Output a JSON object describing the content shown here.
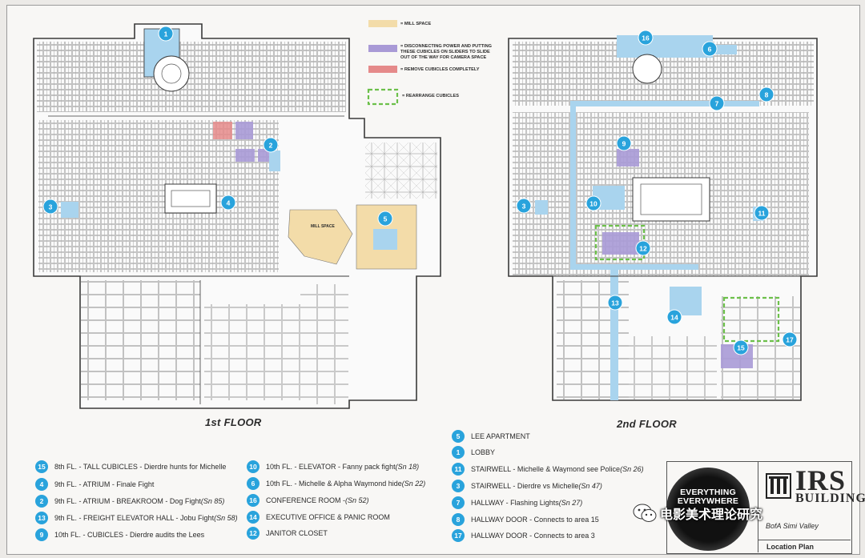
{
  "floors": {
    "first": {
      "label": "1st FLOOR"
    },
    "second": {
      "label": "2nd FLOOR"
    }
  },
  "legend_top": [
    {
      "id": "mill",
      "label": "= MILL SPACE",
      "color": "#f3dca9",
      "style": "fill"
    },
    {
      "id": "sliders",
      "label": "= DISCONNECTING POWER AND PUTTING THESE CUBICLES ON SLIDERS TO SLIDE OUT OF THE WAY FOR CAMERA SPACE",
      "color": "#a99ad6",
      "style": "fill"
    },
    {
      "id": "remove",
      "label": "= REMOVE CUBICLES COMPLETELY",
      "color": "#e58a8a",
      "style": "fill"
    },
    {
      "id": "rearrange",
      "label": "= REARRANGE CUBICLES",
      "color": "#6cc04a",
      "style": "dashed"
    }
  ],
  "plan_labels": {
    "mill_space": "MILL SPACE"
  },
  "map_badges": {
    "first_floor": [
      "1",
      "2",
      "3",
      "4",
      "5"
    ],
    "second_floor": [
      "16",
      "6",
      "7",
      "8",
      "9",
      "10",
      "3",
      "11",
      "12",
      "13",
      "14",
      "15",
      "17"
    ]
  },
  "key": {
    "col1": [
      {
        "num": "15",
        "text": "8th FL. - TALL CUBICLES - Dierdre hunts for Michelle",
        "scene": ""
      },
      {
        "num": "4",
        "text": "9th FL. - ATRIUM - Finale Fight",
        "scene": ""
      },
      {
        "num": "2",
        "text": "9th FL. - ATRIUM - BREAKROOM - Dog Fight ",
        "scene": "(Sn 85)"
      },
      {
        "num": "13",
        "text": "9th FL. - FREIGHT ELEVATOR HALL - Jobu Fight ",
        "scene": "(Sn 58)"
      },
      {
        "num": "9",
        "text": "10th FL. - CUBICLES - Dierdre audits the Lees",
        "scene": ""
      }
    ],
    "col2": [
      {
        "num": "10",
        "text": "10th FL. - ELEVATOR - Fanny pack fight ",
        "scene": "(Sn 18)"
      },
      {
        "num": "6",
        "text": "10th FL. - Michelle & Alpha Waymond hide ",
        "scene": "(Sn 22)"
      },
      {
        "num": "16",
        "text": "CONFERENCE ROOM - ",
        "scene": "(Sn 52)"
      },
      {
        "num": "14",
        "text": "EXECUTIVE OFFICE & PANIC ROOM",
        "scene": ""
      },
      {
        "num": "12",
        "text": "JANITOR CLOSET",
        "scene": ""
      }
    ],
    "col3": [
      {
        "num": "5",
        "text": "LEE APARTMENT",
        "scene": ""
      },
      {
        "num": "1",
        "text": "LOBBY",
        "scene": ""
      },
      {
        "num": "11",
        "text": "STAIRWELL - Michelle & Waymond see Police ",
        "scene": "(Sn 26)"
      },
      {
        "num": "3",
        "text": "STAIRWELL - Dierdre vs Michelle ",
        "scene": "(Sn 47)"
      },
      {
        "num": "7",
        "text": "HALLWAY - Flashing Lights ",
        "scene": "(Sn 27)"
      },
      {
        "num": "8",
        "text": "HALLWAY DOOR - Connects to area 15",
        "scene": ""
      },
      {
        "num": "17",
        "text": "HALLWAY DOOR - Connects to area 3",
        "scene": ""
      }
    ]
  },
  "title_block": {
    "film_logo": "EVERYTHING EVERYWHERE",
    "irs": "IRS",
    "building": "BUILDING",
    "subtitle": "BofA Simi Valley",
    "plan": "Location Plan"
  },
  "watermark": {
    "text": "电影美术理论研究"
  },
  "colors": {
    "badge": "#29a3dc",
    "highlight": "#a9d4ee",
    "mill": "#f3dca9",
    "purple": "#a99ad6",
    "red": "#e58a8a",
    "green": "#6cc04a"
  }
}
